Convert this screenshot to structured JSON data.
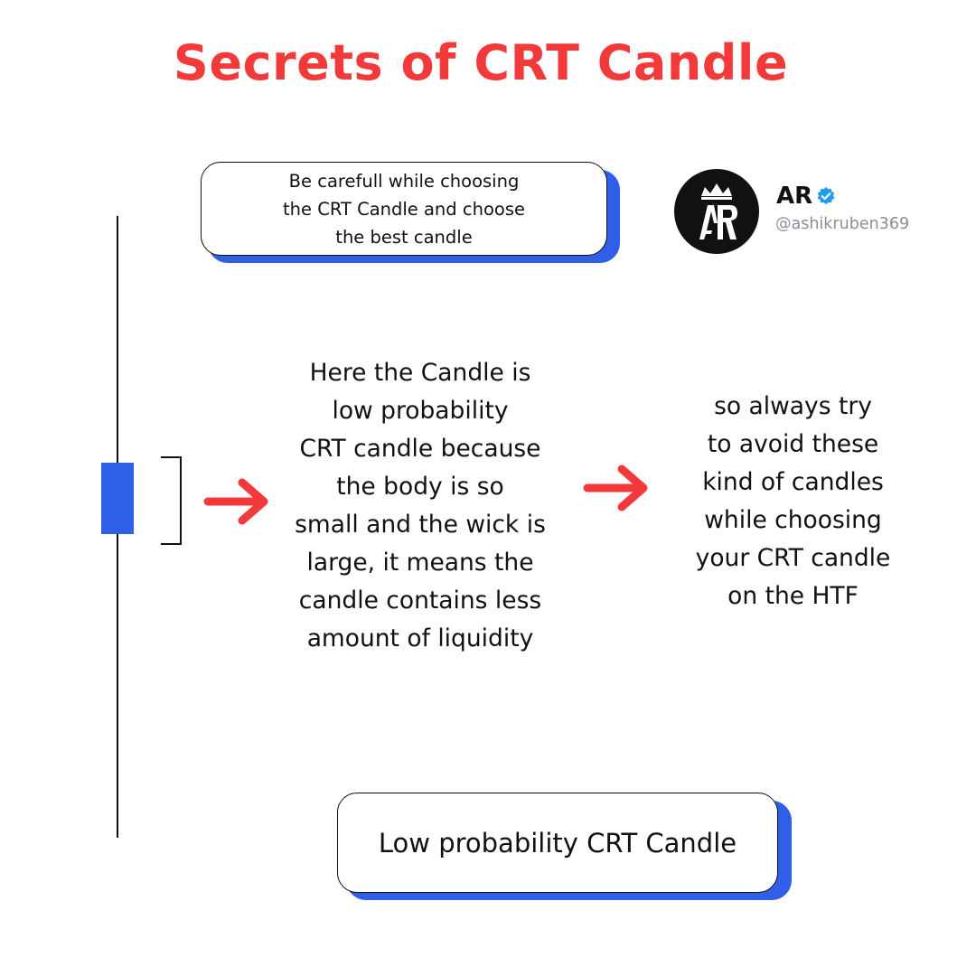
{
  "title": "Secrets of CRT Candle",
  "colors": {
    "title": "#f23a3a",
    "accent": "#2f5fe8",
    "arrow": "#f23a3a",
    "text": "#111111",
    "handle": "#8a8f96",
    "verified": "#1d9bf0"
  },
  "tip_card": {
    "lines": [
      "Be carefull while choosing",
      "the CRT Candle and choose",
      "the best candle"
    ]
  },
  "profile": {
    "name": "AR",
    "handle": "@ashikruben369",
    "avatar_icon": "crowned-ar-logo-icon",
    "verified_icon": "verified-badge-icon"
  },
  "explanation": {
    "lines": [
      "Here the Candle is",
      "low probability",
      "CRT candle because",
      "the body is so",
      "small and the wick is",
      "large, it means the",
      "candle contains less",
      "amount of liquidity"
    ]
  },
  "advice": {
    "lines": [
      "so always try",
      "to avoid these",
      "kind of candles",
      "while choosing",
      "your CRT candle",
      "on the HTF"
    ]
  },
  "label_card": {
    "text": "Low probability CRT Candle"
  },
  "diagram": {
    "candle_icon": "candlestick-icon",
    "bracket_icon": "bracket-icon",
    "arrow_icon": "right-arrow-icon"
  }
}
